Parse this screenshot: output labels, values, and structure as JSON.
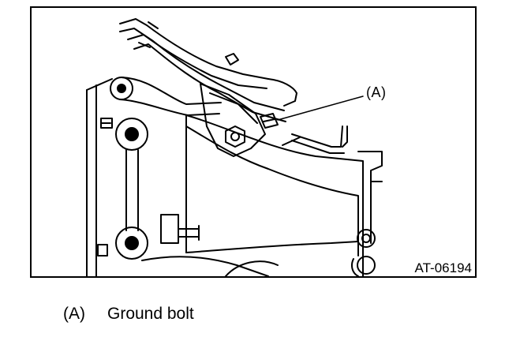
{
  "diagram": {
    "callout": "(A)",
    "figure_id": "AT-06194"
  },
  "legend": {
    "items": [
      {
        "key": "(A)",
        "text": "Ground bolt"
      }
    ]
  }
}
